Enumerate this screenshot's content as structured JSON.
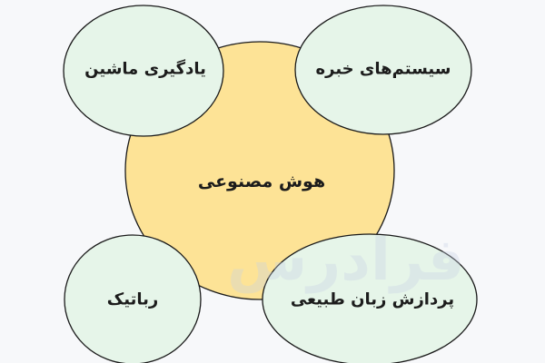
{
  "diagram": {
    "center": {
      "label": "هوش مصنوعی"
    },
    "satellites": [
      {
        "id": "machine-learning",
        "label": "یادگیری ماشین"
      },
      {
        "id": "expert-systems",
        "label": "سیستم‌های خبره"
      },
      {
        "id": "robotics",
        "label": "رباتیک"
      },
      {
        "id": "nlp",
        "label": "پردازش زبان طبیعی"
      }
    ]
  },
  "watermark": {
    "text": "فرادرس"
  },
  "colors": {
    "background": "#f7f8fa",
    "center_fill": "#fde396",
    "satellite_fill": "#e6f5e9",
    "stroke": "#1a1a1a",
    "watermark": "#c8d2e4"
  }
}
